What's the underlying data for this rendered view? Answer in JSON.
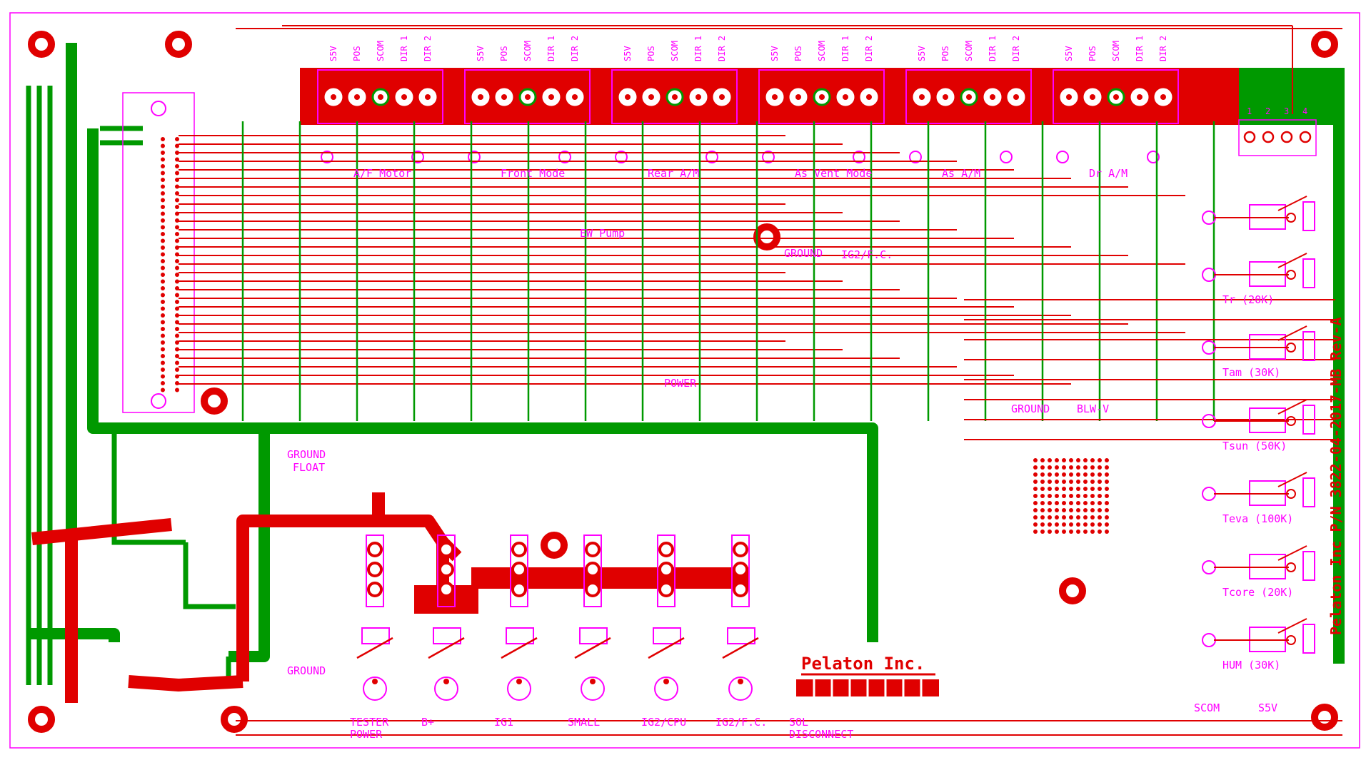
{
  "colors": {
    "copper_top": "#e00000",
    "copper_bottom": "#009900",
    "silkscreen": "#ff00ff",
    "background": "#ffffff"
  },
  "connector_pins": [
    "S5V",
    "POS",
    "SCOM",
    "DIR 1",
    "DIR 2"
  ],
  "connector_labels": [
    "A/F Motor",
    "Front Mode",
    "Rear A/M",
    "As Vent Mode",
    "As A/M",
    "Dr A/M"
  ],
  "header_pins": [
    "1",
    "2",
    "3",
    "4"
  ],
  "upper_labels": {
    "ew_pump": "EW Pump",
    "ground": "GROUND",
    "ig2_fc": "IG2/F.C.",
    "power": "POWER",
    "ground2": "GROUND",
    "blw_v": "BLW-V",
    "ground_float": [
      "GROUND",
      "FLOAT"
    ],
    "ground_bottom": "GROUND"
  },
  "sensor_labels": [
    "Tr (20K)",
    "Tam (30K)",
    "Tsun (50K)",
    "Teva (100K)",
    "Tcore (20K)",
    "HUM (30K)"
  ],
  "right_bottom_labels": [
    "SCOM",
    "S5V"
  ],
  "switch_labels": [
    [
      "TESTER",
      "POWER"
    ],
    [
      "B+"
    ],
    [
      "IG1"
    ],
    [
      "SMALL"
    ],
    [
      "IG2/CPU"
    ],
    [
      "IG2/F.C."
    ],
    [
      "SOL",
      "DISCONNECT"
    ]
  ],
  "brand": "Pelaton Inc.",
  "part_number": "Pelaton Inc P/N 3822-04-2017-MB Rev-A"
}
